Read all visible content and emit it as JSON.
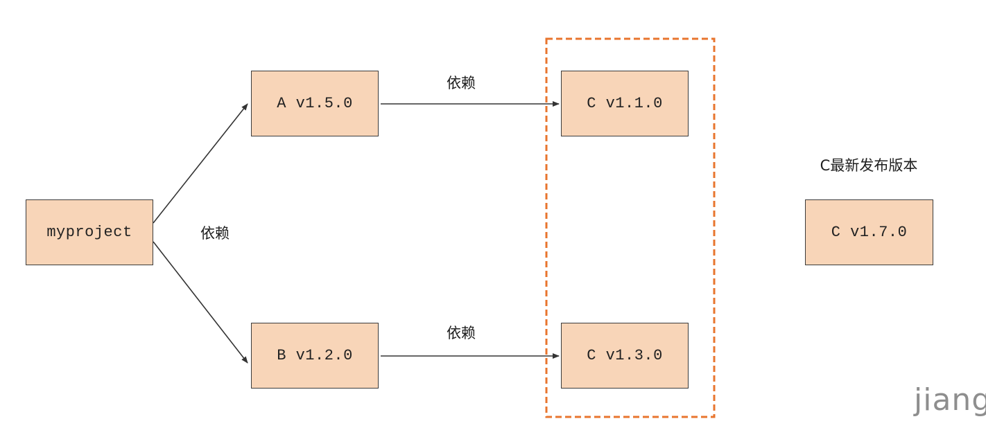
{
  "nodes": {
    "root": "myproject",
    "dep_a": "A v1.5.0",
    "dep_b": "B v1.2.0",
    "c_via_a": "C v1.1.0",
    "c_via_b": "C v1.3.0",
    "c_latest": "C v1.7.0"
  },
  "edge_labels": {
    "root_to_deps": "依赖",
    "a_to_c": "依赖",
    "b_to_c": "依赖"
  },
  "latest_caption": "C最新发布版本",
  "watermark": "jiang",
  "colors": {
    "node_fill": "#f8d5b8",
    "node_border": "#3a3a3a",
    "conflict_border": "#e8752e",
    "arrow": "#333333"
  }
}
